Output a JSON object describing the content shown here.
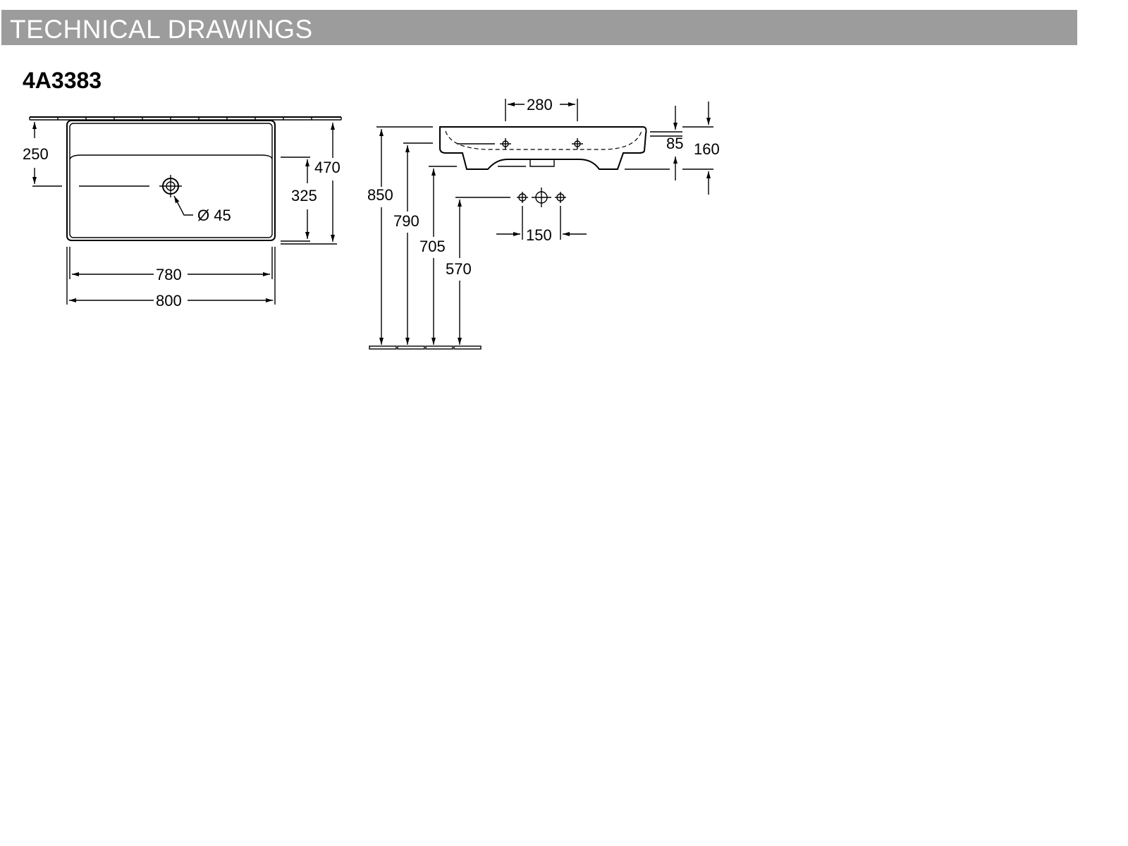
{
  "header": {
    "title": "TECHNICAL DRAWINGS"
  },
  "product": {
    "model_number": "4A3383"
  },
  "top_view": {
    "dim_drain_offset": "250",
    "dim_inner_depth": "325",
    "dim_outer_depth": "470",
    "drain_diameter": "Ø 45",
    "dim_inner_width": "780",
    "dim_outer_width": "800"
  },
  "side_view": {
    "dim_tap_spacing_top": "280",
    "dim_rim_height": "850",
    "dim_underside_height": "790",
    "dim_overflow_height": "705",
    "dim_supply_height": "570",
    "dim_supply_spacing": "150",
    "dim_basin_depth": "85",
    "dim_total_height": "160"
  },
  "colors": {
    "header_background": "#9c9c9c",
    "header_text": "#ffffff",
    "line": "#000000"
  }
}
